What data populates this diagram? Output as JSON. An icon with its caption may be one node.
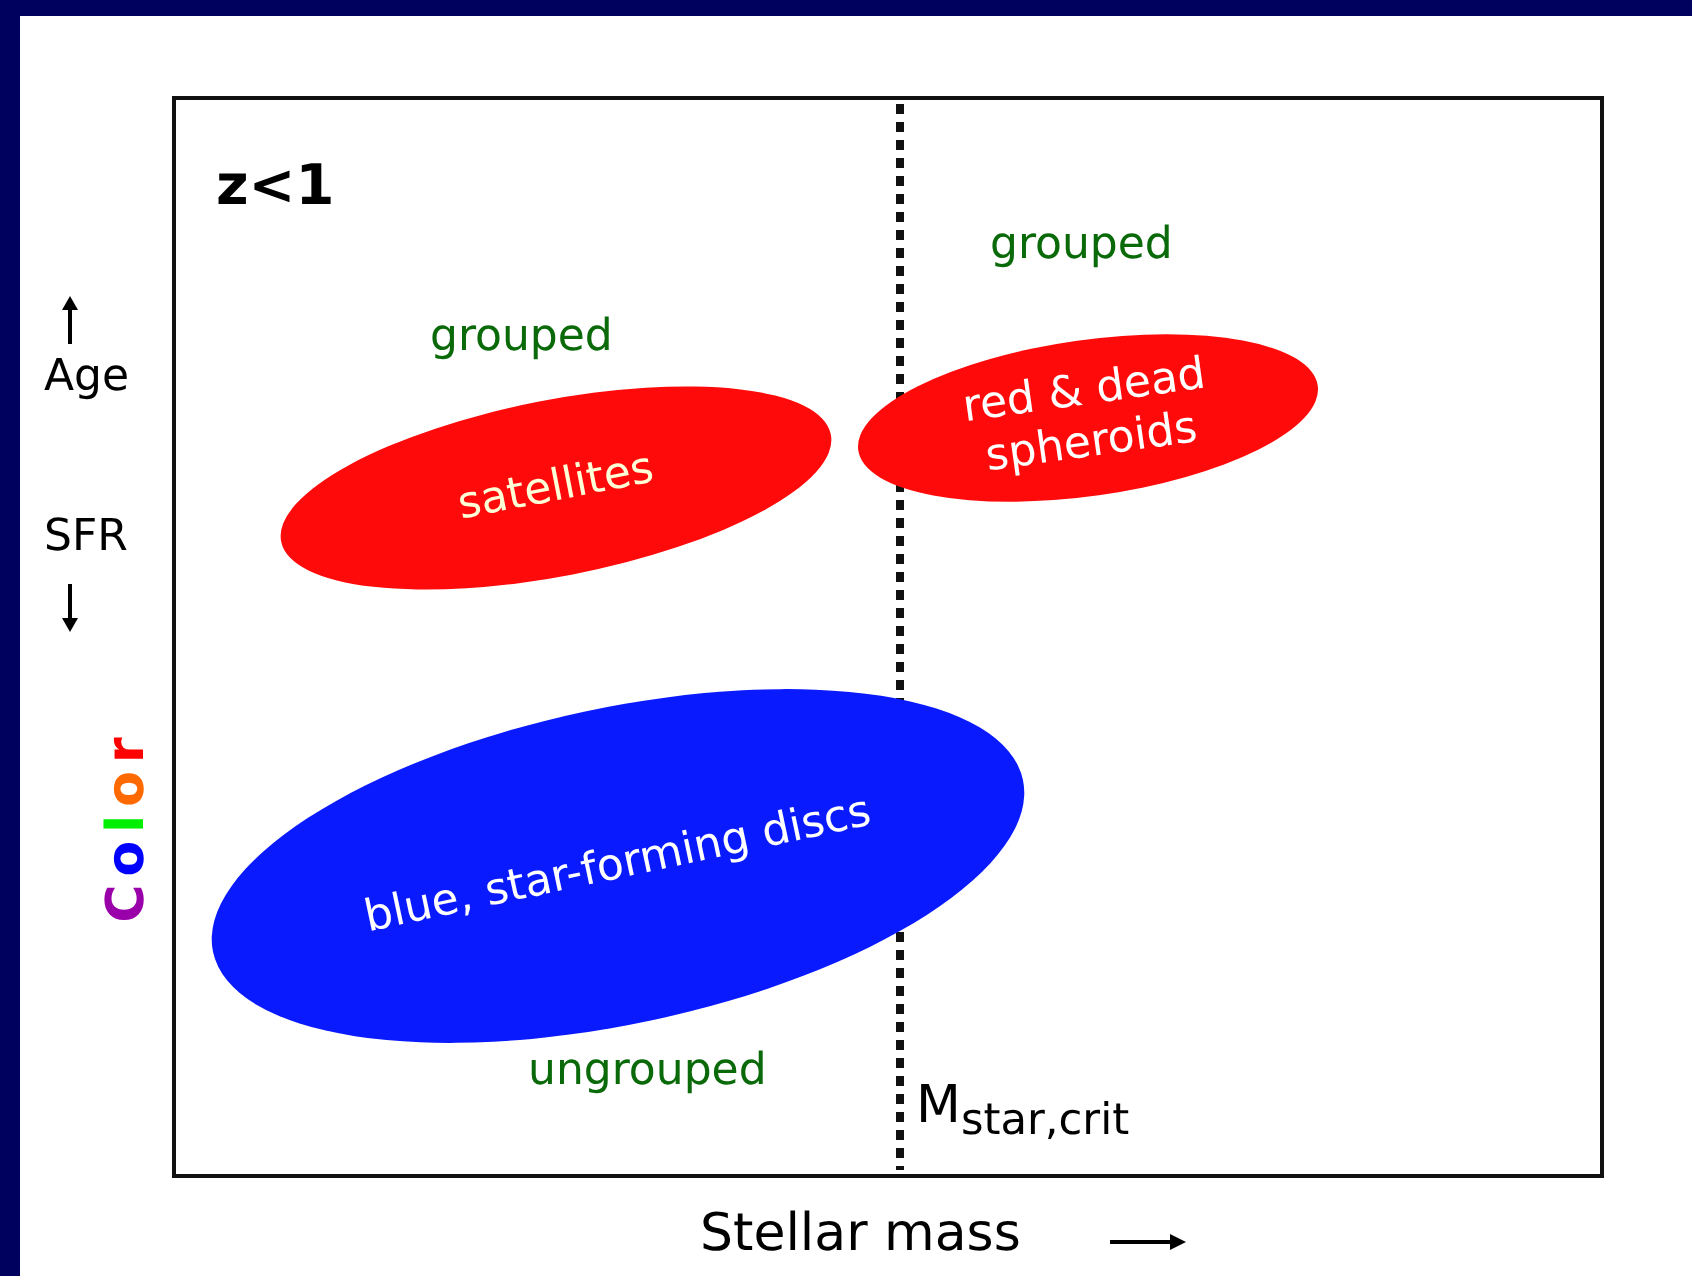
{
  "diagram": {
    "nodes": [
      {
        "text": [
          "satellites"
        ]
      },
      {
        "text": [
          "red & dead spheroids"
        ]
      },
      {
        "text": [
          "blue, star-forming discs"
        ]
      }
    ],
    "labels": [
      "z<1",
      "grouped",
      "grouped",
      "Age",
      "SFR",
      "Color",
      "ungrouped",
      "M$_{star,crit}$",
      "Stellar mass"
    ]
  }
}
